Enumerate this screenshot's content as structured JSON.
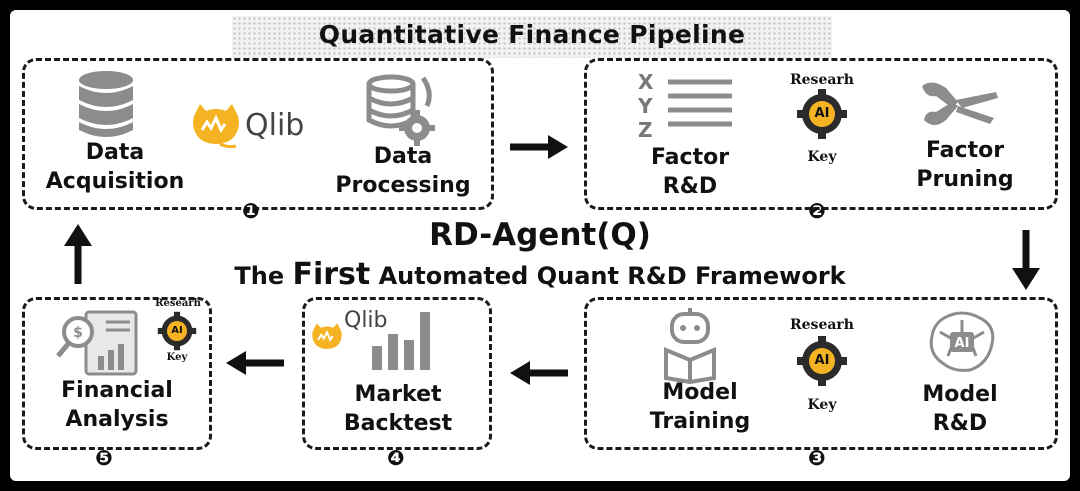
{
  "pipeline_title": "Quantitative Finance Pipeline",
  "main_title": "RD-Agent(Q)",
  "subtitle": {
    "part1": "The",
    "highlight": "First",
    "part2": "Automated Quant R&D Framework"
  },
  "qlib_text": "Qlib",
  "research_key_top": "Researh",
  "research_key_bottom": "Key",
  "ai_badge": "AI",
  "xyz": [
    "X",
    "Y",
    "Z"
  ],
  "stages": {
    "s1": {
      "step": "❶",
      "items": [
        {
          "line1": "Data",
          "line2": "Acquisition"
        },
        {
          "line1": "Data",
          "line2": "Processing"
        }
      ]
    },
    "s2": {
      "step": "❷",
      "items": [
        {
          "line1": "Factor",
          "line2": "R&D"
        },
        {
          "line1": "Factor",
          "line2": "Pruning"
        }
      ]
    },
    "s3": {
      "step": "❸",
      "items": [
        {
          "line1": "Model",
          "line2": "Training"
        },
        {
          "line1": "Model",
          "line2": "R&D"
        }
      ]
    },
    "s4": {
      "step": "❹",
      "items": [
        {
          "line1": "Market",
          "line2": "Backtest"
        }
      ]
    },
    "s5": {
      "step": "❺",
      "items": [
        {
          "line1": "Financial",
          "line2": "Analysis"
        }
      ]
    }
  }
}
